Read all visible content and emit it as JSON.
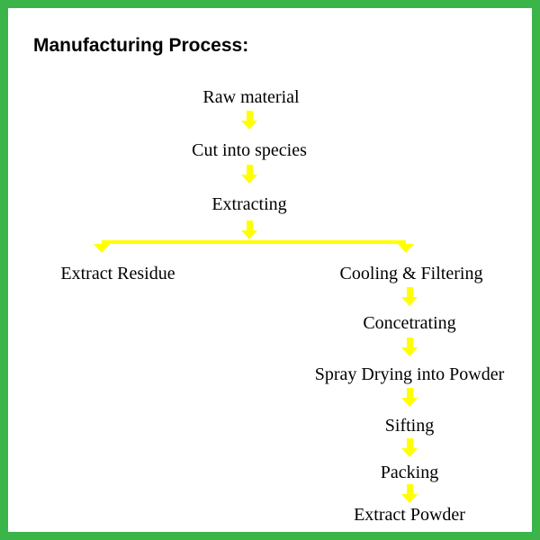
{
  "title": "Manufacturing Process:",
  "colors": {
    "border": "#3bb54a",
    "arrow": "#ffff00",
    "text": "#000000",
    "background": "#ffffff"
  },
  "chart_type": "flowchart",
  "flow": {
    "steps": {
      "raw_material": "Raw material",
      "cut_into_species": "Cut into species",
      "extracting": "Extracting",
      "extract_residue": "Extract Residue",
      "cooling_filtering": "Cooling & Filtering",
      "concetrating": "Concetrating",
      "spray_drying": "Spray Drying into Powder",
      "sifting": "Sifting",
      "packing": "Packing",
      "extract_powder": "Extract Powder"
    },
    "edges": [
      [
        "Raw material",
        "Cut into species"
      ],
      [
        "Cut into species",
        "Extracting"
      ],
      [
        "Extracting",
        "Extract Residue"
      ],
      [
        "Extracting",
        "Cooling & Filtering"
      ],
      [
        "Cooling & Filtering",
        "Concetrating"
      ],
      [
        "Concetrating",
        "Spray Drying into Powder"
      ],
      [
        "Spray Drying into Powder",
        "Sifting"
      ],
      [
        "Sifting",
        "Packing"
      ],
      [
        "Packing",
        "Extract Powder"
      ]
    ]
  }
}
